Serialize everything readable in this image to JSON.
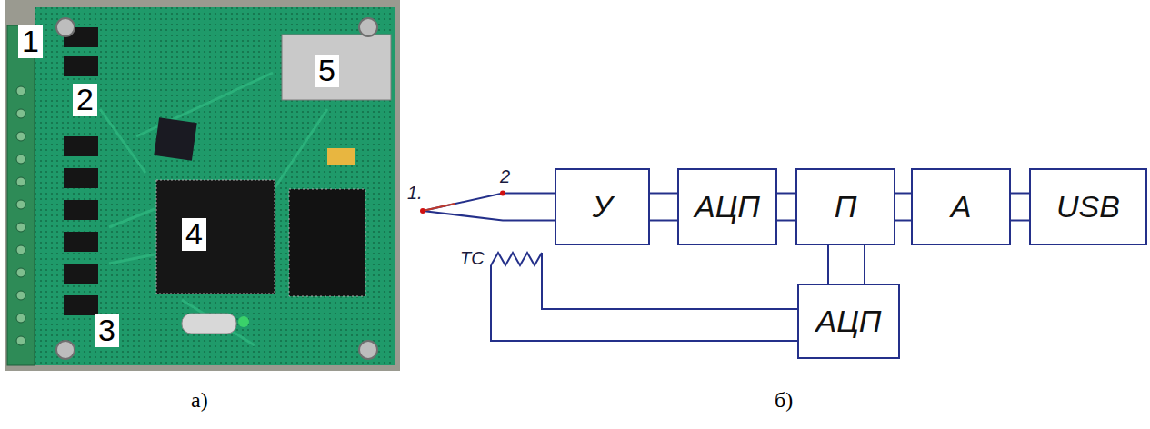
{
  "diagram": {
    "nodes": [
      {
        "text": [
          "У"
        ]
      },
      {
        "text": [
          "АЦП"
        ]
      },
      {
        "text": [
          "П"
        ]
      },
      {
        "text": [
          "А"
        ]
      },
      {
        "text": [
          "USB"
        ]
      },
      {
        "text": [
          "АЦП"
        ]
      }
    ],
    "edges": [
      {
        "from": 0,
        "to": 1,
        "arrow": "none"
      },
      {
        "from": 1,
        "to": 2,
        "arrow": "none"
      },
      {
        "from": 2,
        "to": 3,
        "arrow": "none"
      },
      {
        "from": 3,
        "to": 4,
        "arrow": "none"
      },
      {
        "from": 2,
        "to": 5,
        "arrow": "none"
      }
    ],
    "labels": [
      "1",
      "2",
      "3",
      "4",
      "5",
      "1.",
      "2",
      "ТС",
      "а)",
      "б)"
    ]
  }
}
